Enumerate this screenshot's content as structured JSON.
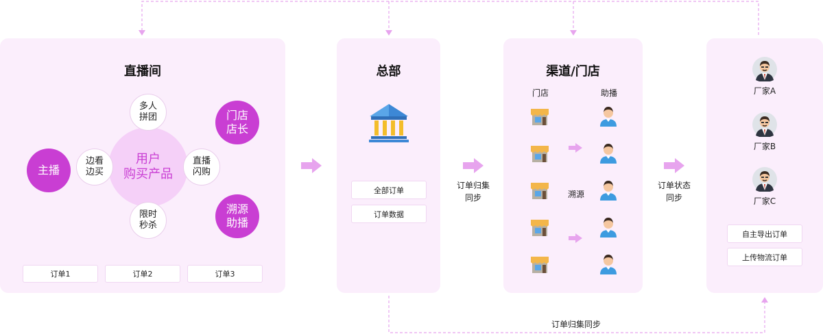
{
  "live_room": {
    "title": "直播间",
    "center": [
      "用户",
      "购买产品"
    ],
    "satellites": {
      "top": [
        "多人",
        "拼团"
      ],
      "left": [
        "边看",
        "边买"
      ],
      "right": [
        "直播",
        "闪购"
      ],
      "bottom": [
        "限时",
        "秒杀"
      ]
    },
    "roles": {
      "anchor": "主播",
      "store_manager": [
        "门店",
        "店长"
      ],
      "trace_assist": [
        "溯源",
        "助播"
      ]
    },
    "orders": [
      "订单1",
      "订单2",
      "订单3"
    ]
  },
  "hq": {
    "title": "总部",
    "boxes": [
      "全部订单",
      "订单数据"
    ]
  },
  "sync1": [
    "订单归集",
    "同步"
  ],
  "channels": {
    "title": "渠道/门店",
    "col_store": "门店",
    "col_assist": "助播",
    "trace_label": "溯源"
  },
  "sync2": [
    "订单状态",
    "同步"
  ],
  "vendors": {
    "items": [
      "厂家A",
      "厂家B",
      "厂家C"
    ],
    "boxes": [
      "自主导出订单",
      "上传物流订单"
    ]
  },
  "bottom_label": "订单归集同步",
  "colors": {
    "accent": "#c93ed3",
    "panel": "#fbeefc",
    "arrow": "#e7a4ee"
  }
}
